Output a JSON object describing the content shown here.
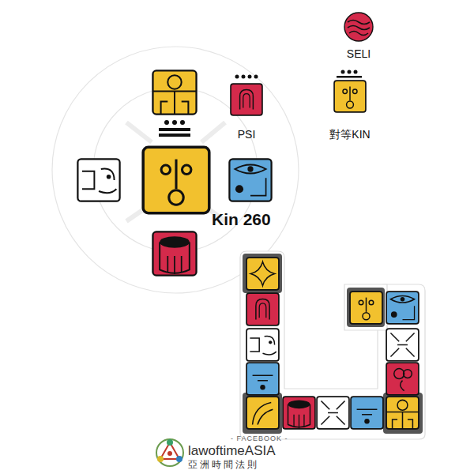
{
  "diagram": {
    "nodes": [
      {
        "text": [
          "Kin 260"
        ]
      },
      {
        "text": [
          "PSI"
        ]
      },
      {
        "text": [
          "SELI"
        ]
      },
      {
        "text": [
          "對等KIN"
        ]
      }
    ],
    "labels": [
      "- FACEBOOK -",
      "lawoftimeASIA",
      "亞洲時間法則"
    ]
  }
}
